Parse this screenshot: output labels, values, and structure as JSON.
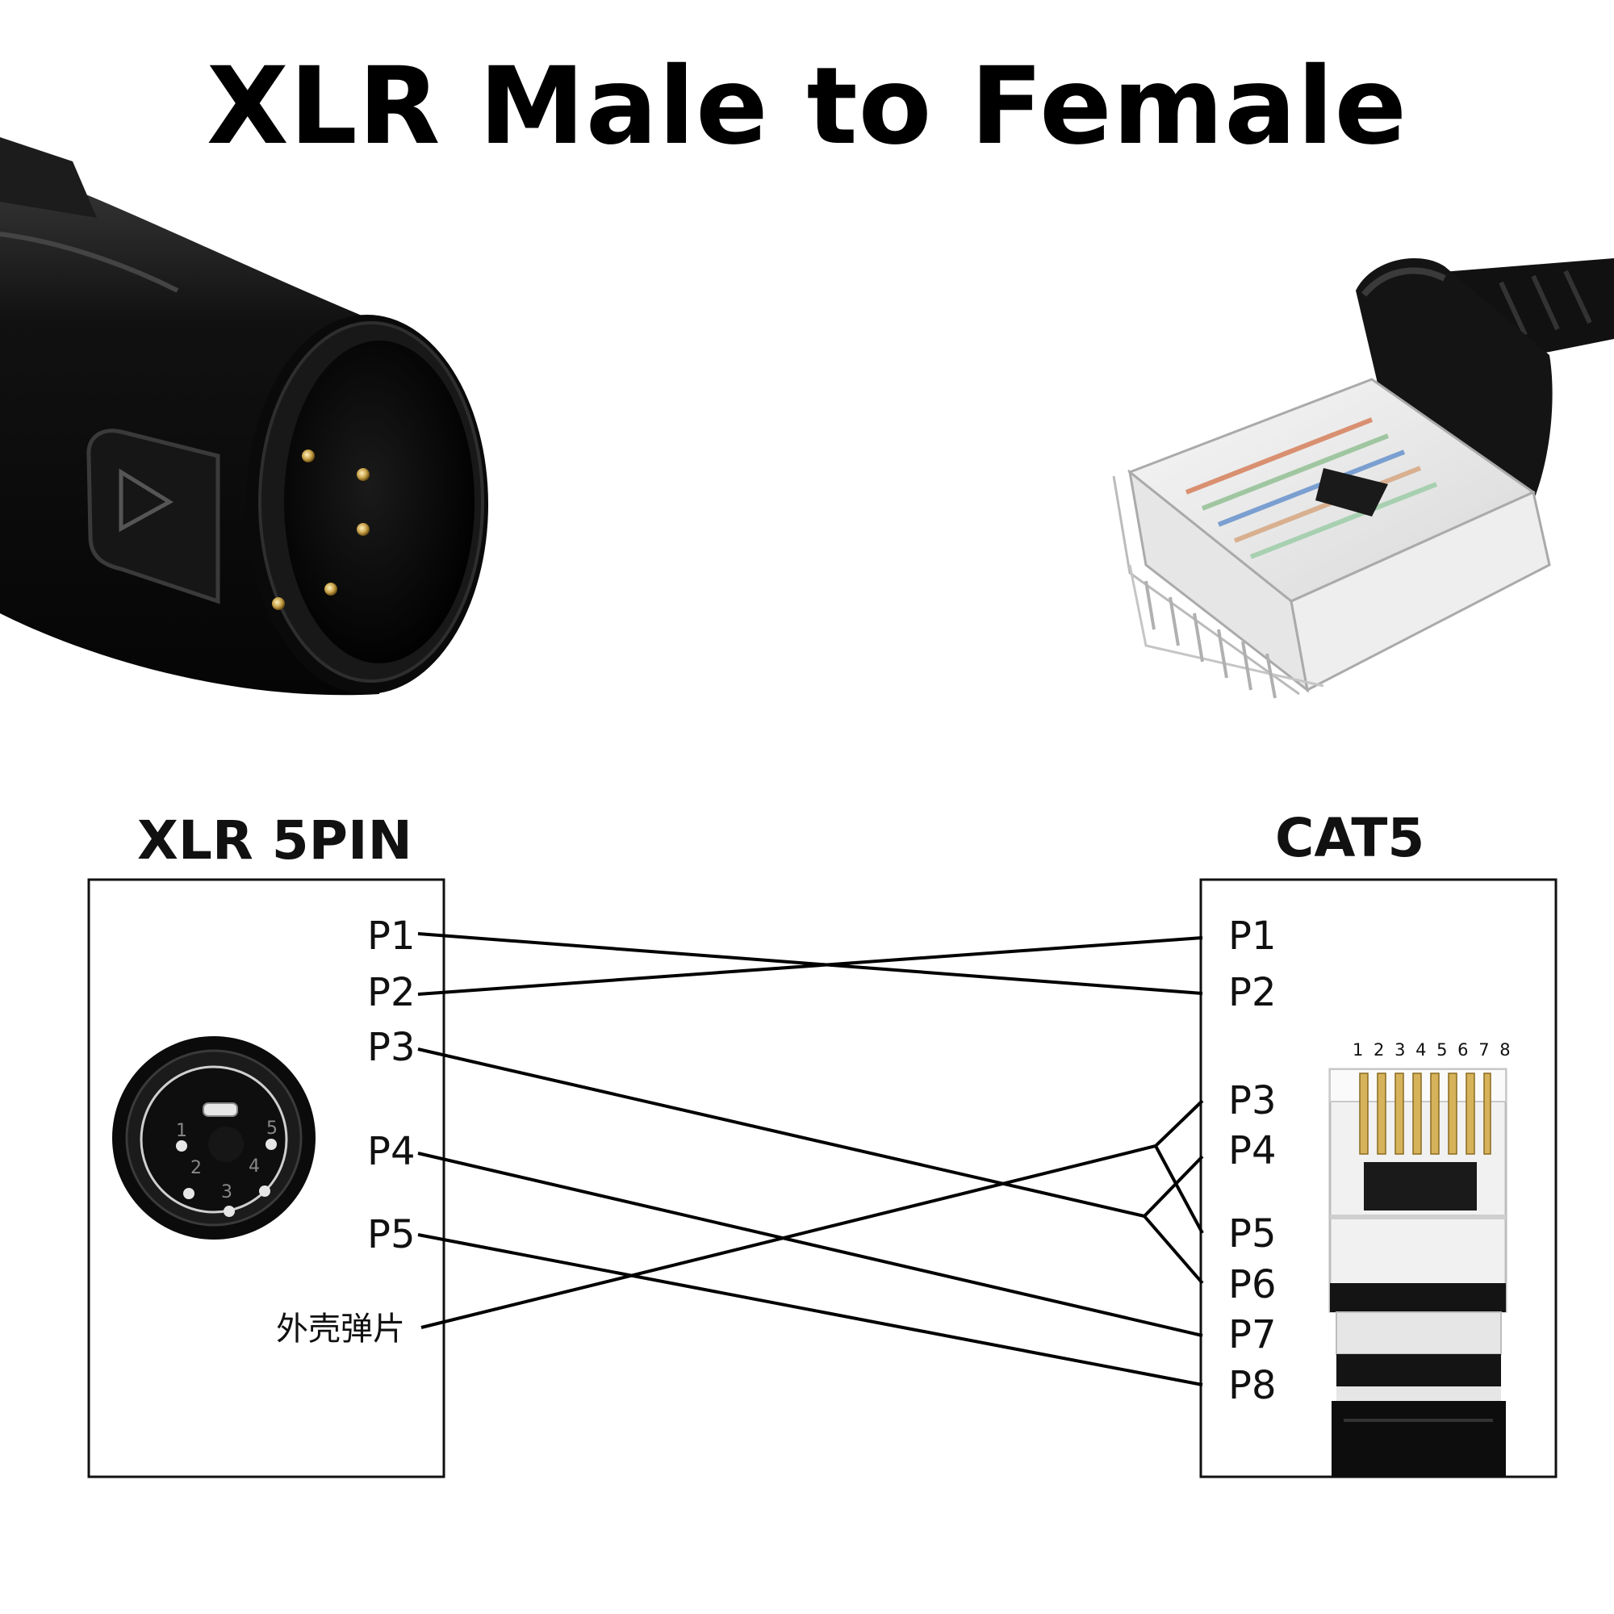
{
  "title": "XLR Male to Female",
  "left_connector": {
    "label": "XLR 5PIN",
    "pins": [
      "P1",
      "P2",
      "P3",
      "P4",
      "P5"
    ],
    "shield_label": "外壳弹片",
    "face_pin_numbers": [
      "1",
      "2",
      "3",
      "4",
      "5"
    ]
  },
  "right_connector": {
    "label": "CAT5",
    "pins": [
      "P1",
      "P2",
      "P3",
      "P4",
      "P5",
      "P6",
      "P7",
      "P8"
    ],
    "contact_numbers": "1 2 3 4 5 6 7 8"
  },
  "wiring": [
    {
      "from": "P1",
      "to": [
        "P2"
      ]
    },
    {
      "from": "P2",
      "to": [
        "P1"
      ]
    },
    {
      "from": "P3",
      "to": [
        "P4",
        "P6"
      ]
    },
    {
      "from": "P4",
      "to": [
        "P7"
      ]
    },
    {
      "from": "P5",
      "to": [
        "P8"
      ]
    },
    {
      "from": "外壳弹片",
      "to": [
        "P3",
        "P5"
      ]
    }
  ],
  "colors": {
    "text": "#111111",
    "lines": "#000000",
    "background": "#ffffff"
  }
}
